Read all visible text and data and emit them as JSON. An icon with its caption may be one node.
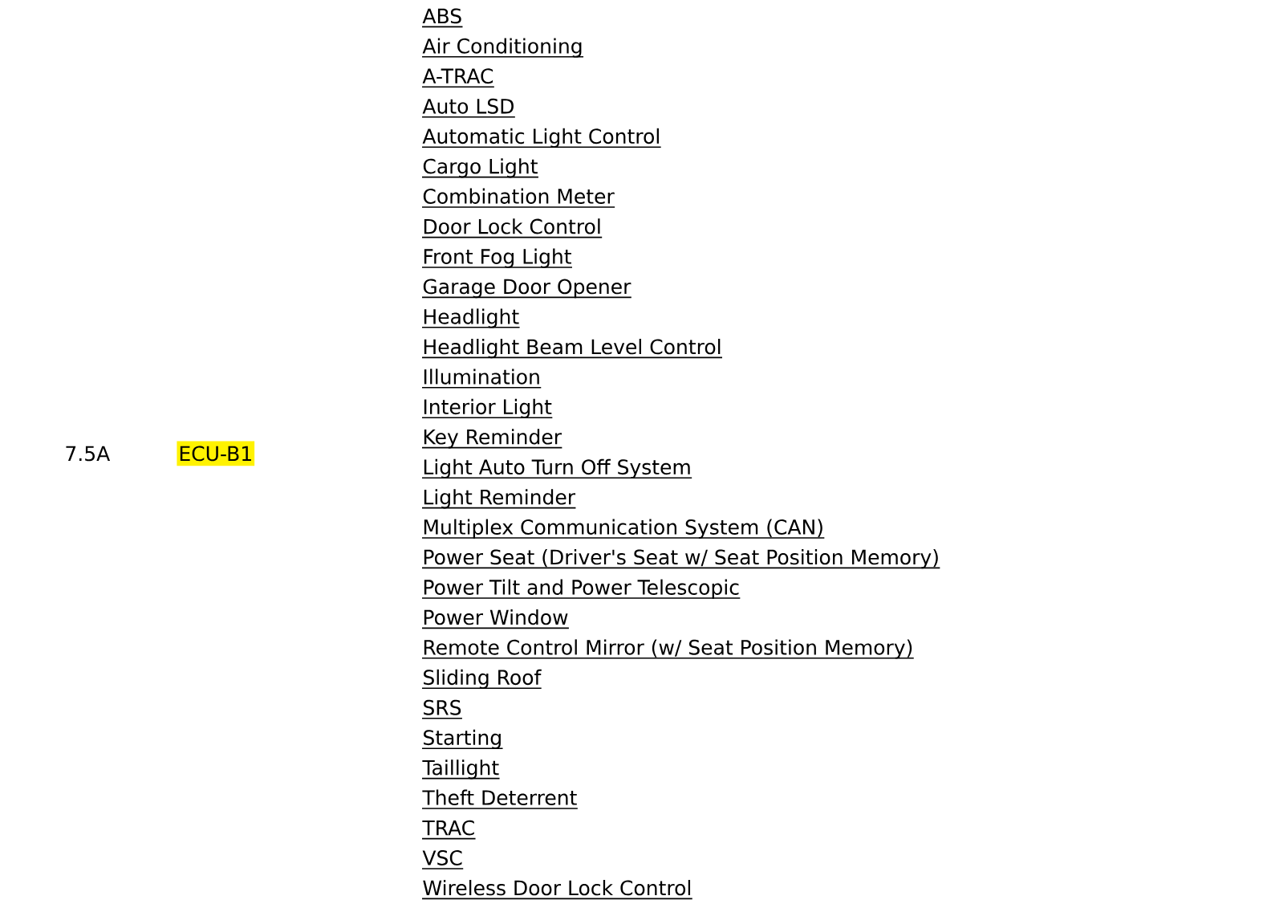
{
  "diagram": {
    "nodes": [
      {
        "text": [
          "ECU-B1"
        ]
      }
    ],
    "labels": [
      "7.5A",
      "ABS",
      "Air Conditioning",
      "A-TRAC",
      "Auto LSD",
      "Automatic Light Control",
      "Cargo Light",
      "Combination Meter",
      "Door Lock Control",
      "Front Fog Light",
      "Garage Door Opener",
      "Headlight",
      "Headlight Beam Level Control",
      "Illumination",
      "Interior Light",
      "Key Reminder",
      "Light Auto Turn Off System",
      "Light Reminder",
      "Multiplex Communication System (CAN)",
      "Power Seat (Driver's Seat w/ Seat Position Memory)",
      "Power Tilt and Power Telescopic",
      "Power Window",
      "Remote Control Mirror (w/ Seat Position Memory)",
      "Sliding Roof",
      "SRS",
      "Starting",
      "Taillight",
      "Theft Deterrent",
      "TRAC",
      "VSC",
      "Wireless Door Lock Control"
    ]
  }
}
